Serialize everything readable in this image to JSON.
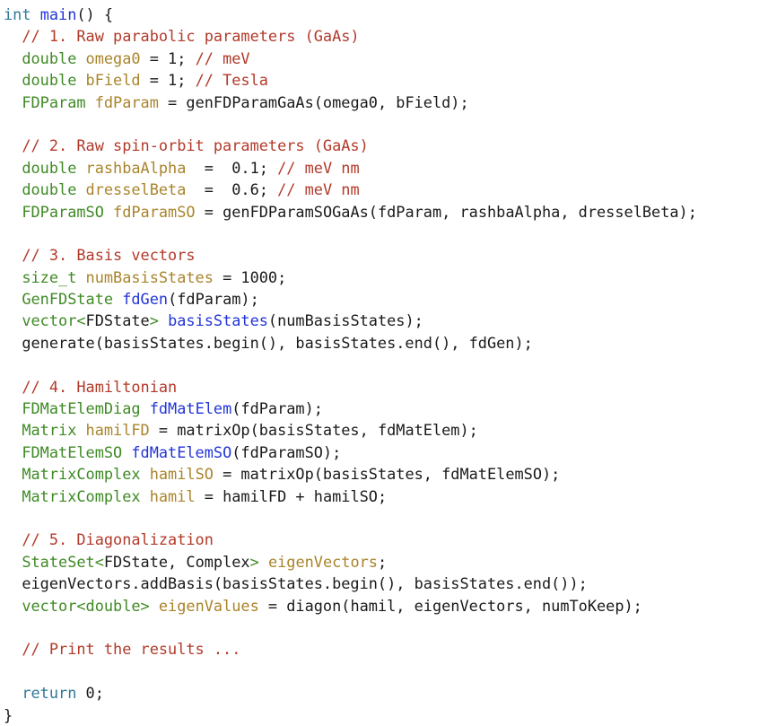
{
  "theme": {
    "background": "#ffffff",
    "plain": "#1a1a1a",
    "comment": "#b23a2a",
    "type": "#3f8a25",
    "variable": "#a9842a",
    "function": "#2235d6",
    "keyword": "#2f7a9a"
  },
  "code": {
    "lines": [
      [
        [
          "kw",
          "int"
        ],
        [
          "plain",
          " "
        ],
        [
          "func",
          "main"
        ],
        [
          "plain",
          "() {"
        ]
      ],
      [
        [
          "plain",
          "  "
        ],
        [
          "comment",
          "// 1. Raw parabolic parameters (GaAs)"
        ]
      ],
      [
        [
          "plain",
          "  "
        ],
        [
          "type",
          "double"
        ],
        [
          "plain",
          " "
        ],
        [
          "var",
          "omega0"
        ],
        [
          "plain",
          " = 1; "
        ],
        [
          "comment",
          "// meV"
        ]
      ],
      [
        [
          "plain",
          "  "
        ],
        [
          "type",
          "double"
        ],
        [
          "plain",
          " "
        ],
        [
          "var",
          "bField"
        ],
        [
          "plain",
          " = 1; "
        ],
        [
          "comment",
          "// Tesla"
        ]
      ],
      [
        [
          "plain",
          "  "
        ],
        [
          "type",
          "FDParam"
        ],
        [
          "plain",
          " "
        ],
        [
          "var",
          "fdParam"
        ],
        [
          "plain",
          " = genFDParamGaAs(omega0, bField);"
        ]
      ],
      [],
      [
        [
          "plain",
          "  "
        ],
        [
          "comment",
          "// 2. Raw spin-orbit parameters (GaAs)"
        ]
      ],
      [
        [
          "plain",
          "  "
        ],
        [
          "type",
          "double"
        ],
        [
          "plain",
          " "
        ],
        [
          "var",
          "rashbaAlpha"
        ],
        [
          "plain",
          "  =  0.1; "
        ],
        [
          "comment",
          "// meV nm"
        ]
      ],
      [
        [
          "plain",
          "  "
        ],
        [
          "type",
          "double"
        ],
        [
          "plain",
          " "
        ],
        [
          "var",
          "dresselBeta"
        ],
        [
          "plain",
          "  =  0.6; "
        ],
        [
          "comment",
          "// meV nm"
        ]
      ],
      [
        [
          "plain",
          "  "
        ],
        [
          "type",
          "FDParamSO"
        ],
        [
          "plain",
          " "
        ],
        [
          "var",
          "fdParamSO"
        ],
        [
          "plain",
          " = genFDParamSOGaAs(fdParam, rashbaAlpha, dresselBeta);"
        ]
      ],
      [],
      [
        [
          "plain",
          "  "
        ],
        [
          "comment",
          "// 3. Basis vectors"
        ]
      ],
      [
        [
          "plain",
          "  "
        ],
        [
          "type",
          "size_t"
        ],
        [
          "plain",
          " "
        ],
        [
          "var",
          "numBasisStates"
        ],
        [
          "plain",
          " = 1000;"
        ]
      ],
      [
        [
          "plain",
          "  "
        ],
        [
          "type",
          "GenFDState"
        ],
        [
          "plain",
          " "
        ],
        [
          "func",
          "fdGen"
        ],
        [
          "plain",
          "(fdParam);"
        ]
      ],
      [
        [
          "plain",
          "  "
        ],
        [
          "type",
          "vector<"
        ],
        [
          "plain",
          "FDState"
        ],
        [
          "type",
          ">"
        ],
        [
          "plain",
          " "
        ],
        [
          "func",
          "basisStates"
        ],
        [
          "plain",
          "(numBasisStates);"
        ]
      ],
      [
        [
          "plain",
          "  generate(basisStates.begin(), basisStates.end(), fdGen);"
        ]
      ],
      [],
      [
        [
          "plain",
          "  "
        ],
        [
          "comment",
          "// 4. Hamiltonian"
        ]
      ],
      [
        [
          "plain",
          "  "
        ],
        [
          "type",
          "FDMatElemDiag"
        ],
        [
          "plain",
          " "
        ],
        [
          "func",
          "fdMatElem"
        ],
        [
          "plain",
          "(fdParam);"
        ]
      ],
      [
        [
          "plain",
          "  "
        ],
        [
          "type",
          "Matrix"
        ],
        [
          "plain",
          " "
        ],
        [
          "var",
          "hamilFD"
        ],
        [
          "plain",
          " = matrixOp(basisStates, fdMatElem);"
        ]
      ],
      [
        [
          "plain",
          "  "
        ],
        [
          "type",
          "FDMatElemSO"
        ],
        [
          "plain",
          " "
        ],
        [
          "func",
          "fdMatElemSO"
        ],
        [
          "plain",
          "(fdParamSO);"
        ]
      ],
      [
        [
          "plain",
          "  "
        ],
        [
          "type",
          "MatrixComplex"
        ],
        [
          "plain",
          " "
        ],
        [
          "var",
          "hamilSO"
        ],
        [
          "plain",
          " = matrixOp(basisStates, fdMatElemSO);"
        ]
      ],
      [
        [
          "plain",
          "  "
        ],
        [
          "type",
          "MatrixComplex"
        ],
        [
          "plain",
          " "
        ],
        [
          "var",
          "hamil"
        ],
        [
          "plain",
          " = hamilFD + hamilSO;"
        ]
      ],
      [],
      [
        [
          "plain",
          "  "
        ],
        [
          "comment",
          "// 5. Diagonalization"
        ]
      ],
      [
        [
          "plain",
          "  "
        ],
        [
          "type",
          "StateSet<"
        ],
        [
          "plain",
          "FDState, Complex"
        ],
        [
          "type",
          ">"
        ],
        [
          "plain",
          " "
        ],
        [
          "var",
          "eigenVectors"
        ],
        [
          "plain",
          ";"
        ]
      ],
      [
        [
          "plain",
          "  eigenVectors.addBasis(basisStates.begin(), basisStates.end());"
        ]
      ],
      [
        [
          "plain",
          "  "
        ],
        [
          "type",
          "vector<double>"
        ],
        [
          "plain",
          " "
        ],
        [
          "var",
          "eigenValues"
        ],
        [
          "plain",
          " = diagon(hamil, eigenVectors, numToKeep);"
        ]
      ],
      [],
      [
        [
          "plain",
          "  "
        ],
        [
          "comment",
          "// Print the results ..."
        ]
      ],
      [],
      [
        [
          "plain",
          "  "
        ],
        [
          "kw",
          "return"
        ],
        [
          "plain",
          " 0;"
        ]
      ],
      [
        [
          "plain",
          "}"
        ]
      ]
    ]
  }
}
